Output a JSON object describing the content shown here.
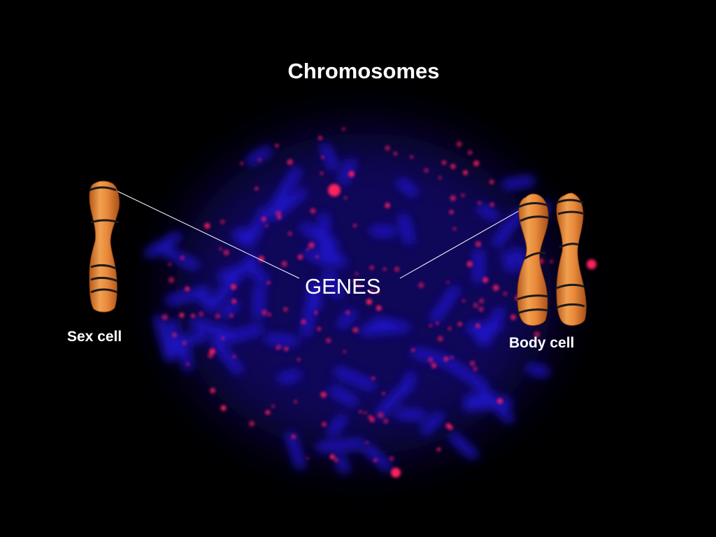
{
  "slide": {
    "title": "Chromosomes",
    "center_label": "GENES",
    "left_label": "Sex cell",
    "right_label": "Body cell"
  },
  "colors": {
    "background": "#000000",
    "chromosome_spread": "#1a14c8",
    "gene_spots": "#ff1a55",
    "chromosome_fill": "#e8893a",
    "chromosome_band": "#1a1a1a",
    "text": "#ffffff",
    "pointer_line": "#ffffff"
  },
  "icons": {
    "sex_cell_chromosome": "single-chromosome-icon",
    "body_cell_chromosome": "paired-chromosome-icon"
  }
}
